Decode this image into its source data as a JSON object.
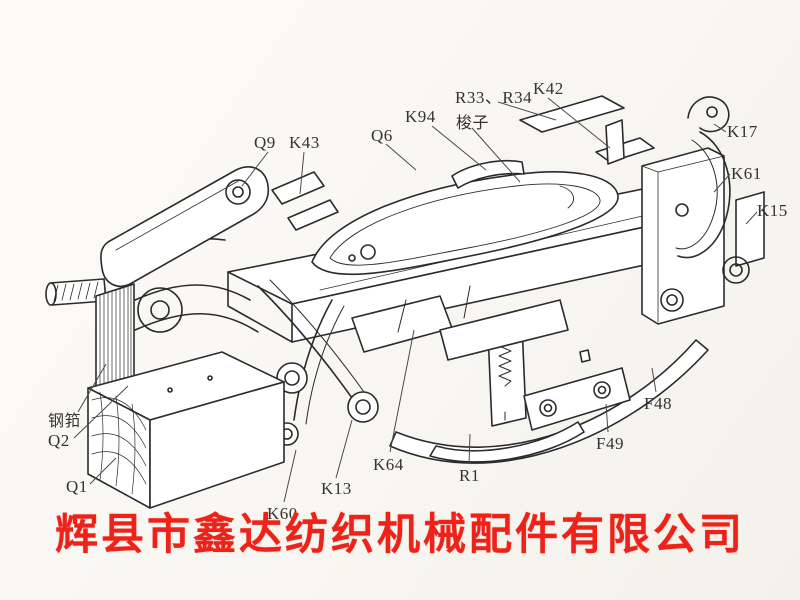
{
  "diagram": {
    "labels": {
      "q9": "Q9",
      "k43": "K43",
      "q6": "Q6",
      "k94": "K94",
      "shuttle": "梭子",
      "r33_r34": "R33、R34",
      "k42": "K42",
      "k17": "K17",
      "k61": "K61",
      "k15": "K15",
      "f48": "F48",
      "f49": "F49",
      "r1": "R1",
      "k64": "K64",
      "k13": "K13",
      "k60": "K60",
      "q1": "Q1",
      "q2": "Q2",
      "reed": "钢筘"
    }
  },
  "footer": {
    "company_name": "辉县市鑫达纺织机械配件有限公司"
  },
  "colors": {
    "company_text": "#ee2218",
    "line_art": "#2b2b2b",
    "label_text": "#333333",
    "background": "#fbfaf7"
  }
}
